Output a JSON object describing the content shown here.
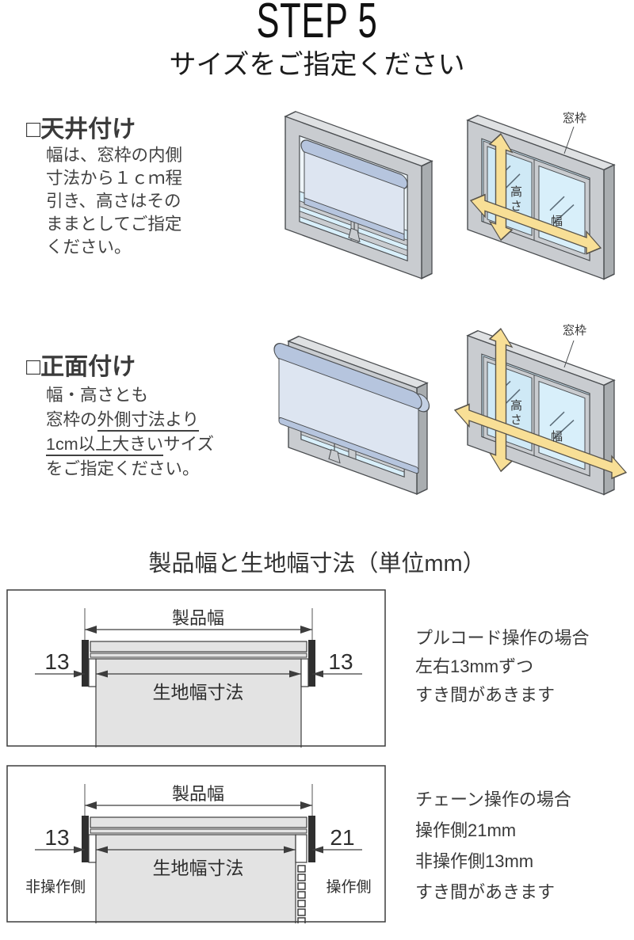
{
  "header": {
    "step": "STEP 5",
    "subtitle": "サイズをご指定ください"
  },
  "labels": {
    "window_frame": "窓枠",
    "height": "高さ",
    "width": "幅"
  },
  "sections": {
    "ceiling": {
      "heading": "□天井付け",
      "body_lines": [
        "幅は、窓枠の内側",
        "寸法から１ｃｍ程",
        "引き、高さはその",
        "ままとしてご指定",
        "ください。"
      ]
    },
    "front": {
      "heading": "□正面付け",
      "line1": "幅・高さとも",
      "line2_plain": "窓枠の",
      "line2_underlined": "外側寸法より",
      "line3_underlined": "1cm以上大きい",
      "line3_plain": "サイズ",
      "line4": "をご指定ください。"
    }
  },
  "size_section": {
    "title": "製品幅と生地幅寸法（単位mm）",
    "product_width_label": "製品幅",
    "fabric_width_label": "生地幅寸法",
    "diagram1": {
      "left_gap": "13",
      "right_gap": "13"
    },
    "diagram2": {
      "left_gap": "13",
      "right_gap": "21",
      "left_side_label": "非操作側",
      "right_side_label": "操作側"
    },
    "note1_lines": [
      "プルコード操作の場合",
      "左右13mmずつ",
      "すき間があきます"
    ],
    "note2_lines": [
      "チェーン操作の場合",
      "操作側21mm",
      "非操作側13mm",
      "すき間があきます"
    ]
  },
  "colors": {
    "frame_gray": "#c9ccd0",
    "frame_side": "#a9adb0",
    "frame_top": "#dfe1e3",
    "glass_blue": "#cfe9f6",
    "blind_fabric": "#dde5f1",
    "blind_tube": "#b6c5de",
    "arrow_yellow": "#f8df96",
    "diagram_fill": "#e3e3e3",
    "line_dark": "#3d3d3d"
  }
}
